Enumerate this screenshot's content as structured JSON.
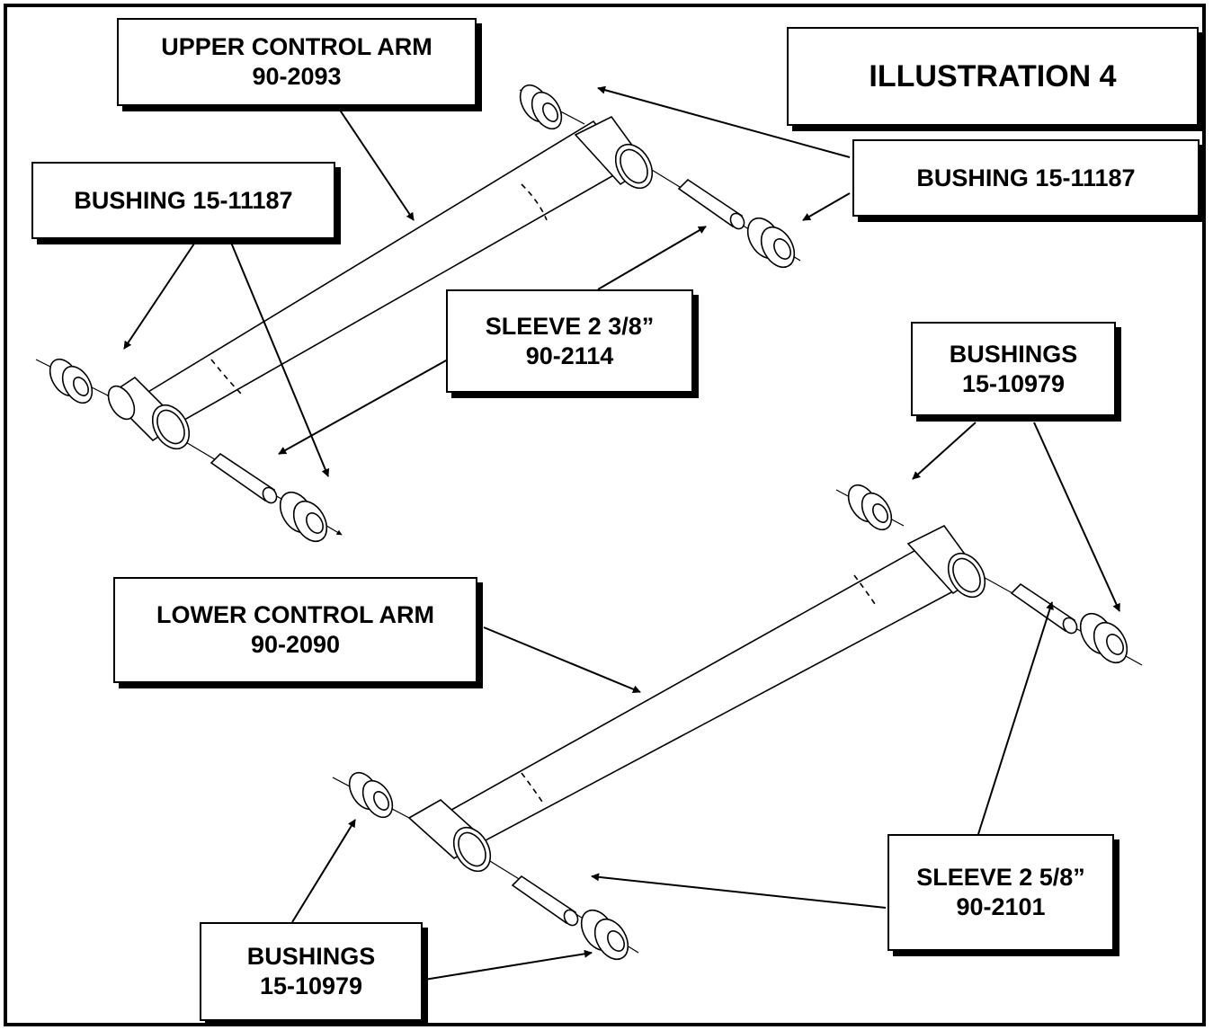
{
  "title": "ILLUSTRATION 4",
  "labels": {
    "upper_arm": {
      "line1": "UPPER CONTROL ARM",
      "line2": "90-2093"
    },
    "bushing_upper_left": {
      "line1": "BUSHING 15-11187"
    },
    "bushing_upper_right": {
      "line1": "BUSHING 15-11187"
    },
    "sleeve_upper": {
      "line1": "SLEEVE 2 3/8”",
      "line2": "90-2114"
    },
    "bushings_lower_right": {
      "line1": "BUSHINGS",
      "line2": "15-10979"
    },
    "lower_arm": {
      "line1": "LOWER CONTROL ARM",
      "line2": "90-2090"
    },
    "sleeve_lower": {
      "line1": "SLEEVE  2 5/8”",
      "line2": "90-2101"
    },
    "bushings_lower_left": {
      "line1": "BUSHINGS",
      "line2": "15-10979"
    }
  }
}
